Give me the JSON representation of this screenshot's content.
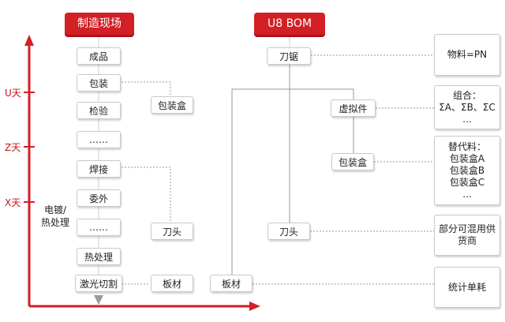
{
  "headers": {
    "left": "制造现场",
    "right": "U8 BOM"
  },
  "axis": {
    "color": "#d31f26",
    "levels": [
      "U天",
      "Z天",
      "X天"
    ]
  },
  "side_label": {
    "line1": "电镀/",
    "line2": "热处理"
  },
  "process_steps": [
    "成品",
    "包装",
    "检验",
    "……",
    "焊接",
    "委外",
    "……",
    "热处理",
    "激光切割"
  ],
  "site_parts": {
    "box": "包装盒",
    "head": "刀头",
    "plate": "板材"
  },
  "bom_nodes": {
    "saw": "刀锯",
    "virtual": "虚拟件",
    "box": "包装盒",
    "head": "刀头",
    "plate": "板材"
  },
  "notes": {
    "pn": [
      "物料=PN"
    ],
    "combo": [
      "组合：",
      "ΣA、ΣB、ΣC",
      "..."
    ],
    "substitute": [
      "替代料：",
      "包装盒A",
      "包装盒B",
      "包装盒C",
      "..."
    ],
    "supplier": [
      "部分可混用供",
      "货商"
    ],
    "consumption": [
      "统计单耗"
    ]
  }
}
